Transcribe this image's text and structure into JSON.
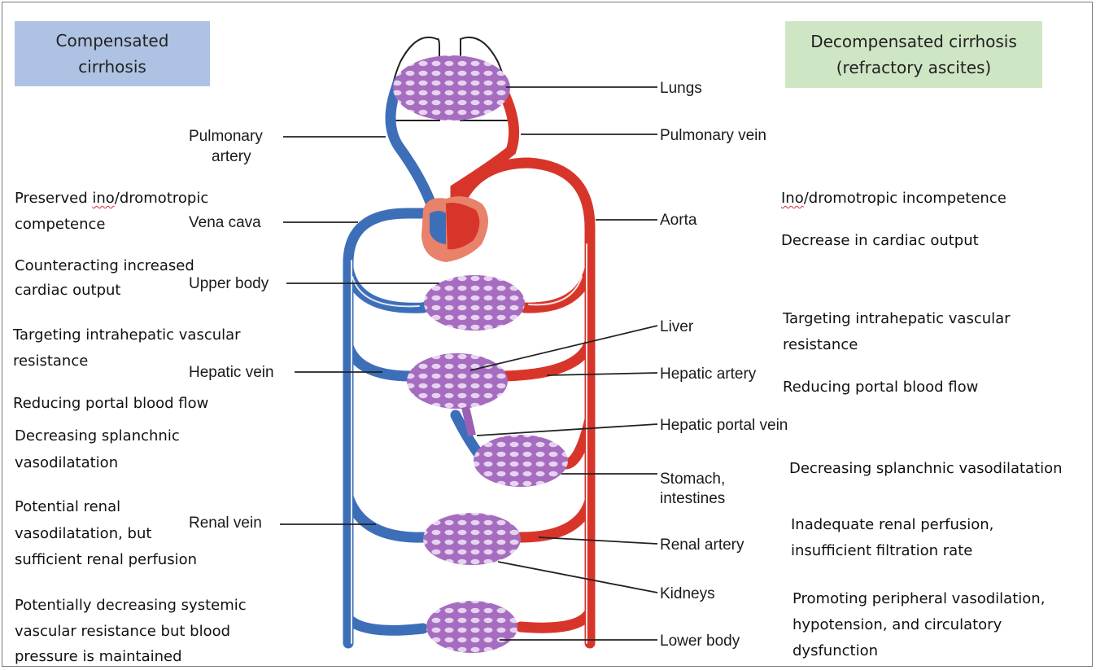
{
  "headers": {
    "left_l1": "Compensated",
    "left_l2": "cirrhosis",
    "right_l1": "Decompensated cirrhosis",
    "right_l2": "(refractory ascites)"
  },
  "labels": {
    "lungs": "Lungs",
    "pulmonary_vein": "Pulmonary vein",
    "pulmonary_artery_l1": "Pulmonary",
    "pulmonary_artery_l2": "artery",
    "vena_cava": "Vena cava",
    "aorta": "Aorta",
    "upper_body": "Upper body",
    "liver": "Liver",
    "hepatic_vein": "Hepatic vein",
    "hepatic_artery": "Hepatic artery",
    "hepatic_portal_vein": "Hepatic portal vein",
    "stomach_l1": "Stomach,",
    "stomach_l2": "intestines",
    "renal_vein": "Renal vein",
    "renal_artery": "Renal artery",
    "kidneys": "Kidneys",
    "lower_body": "Lower body"
  },
  "left_notes": {
    "preserved_a": "Preserved ",
    "preserved_b": "ino",
    "preserved_c": "/dromotropic",
    "competence": "competence",
    "counteracting_l1": "Counteracting increased",
    "counteracting_l2": "cardiac output",
    "targeting_l1": "Targeting intrahepatic vascular",
    "targeting_l2": "resistance",
    "reducing": "Reducing portal blood flow",
    "decreasing_l1": "Decreasing splanchnic",
    "decreasing_l2": "vasodilatation",
    "renal_l1": "Potential renal",
    "renal_l2": "vasodilatation, but",
    "renal_l3": "sufficient renal perfusion",
    "systemic_l1": "Potentially decreasing systemic",
    "systemic_l2": "vascular resistance but blood",
    "systemic_l3": "pressure is maintained"
  },
  "right_notes": {
    "ino": "Ino",
    "ino_rest": "/dromotropic incompetence",
    "decrease_output": "Decrease in cardiac output",
    "targeting_l1": "Targeting intrahepatic vascular",
    "targeting_l2": "resistance",
    "reducing": "Reducing portal blood flow",
    "decreasing": "Decreasing splanchnic vasodilatation",
    "inadequate_l1": "Inadequate renal perfusion,",
    "inadequate_l2": "insufficient filtration rate",
    "promoting_l1": "Promoting peripheral vasodilation,",
    "promoting_l2": "hypotension, and circulatory",
    "promoting_l3": "dysfunction"
  },
  "colors": {
    "artery_red": "#d8352a",
    "vein_blue": "#3d6fb8",
    "capillary_purple": "#9b5fb5",
    "heart_orange": "#e8826a",
    "header_left_bg": "#aec3e3",
    "header_right_bg": "#cfe6c4"
  }
}
